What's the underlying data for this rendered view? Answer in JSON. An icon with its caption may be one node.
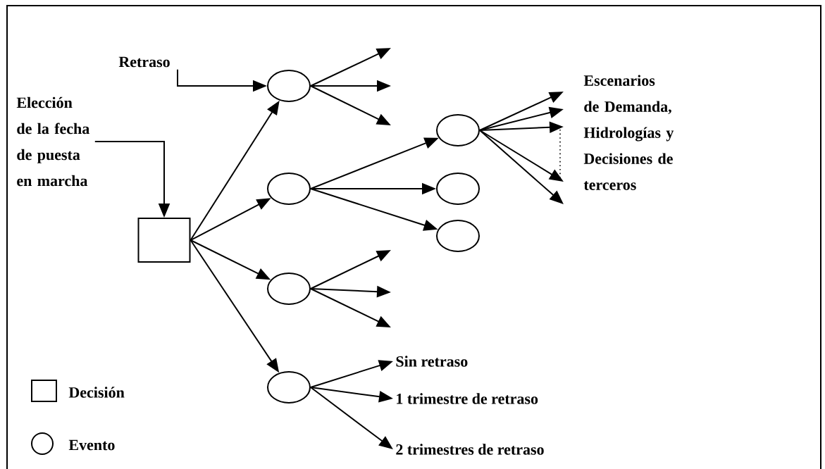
{
  "diagram": {
    "nodes": [
      {
        "text": [
          "Retraso"
        ]
      },
      {
        "text": [
          "Elección de la fecha de puesta en marcha"
        ]
      },
      {
        "text": [],
        "shape": "box"
      },
      {
        "text": [],
        "shape": "circle"
      },
      {
        "text": [],
        "shape": "circle"
      },
      {
        "text": [],
        "shape": "circle"
      },
      {
        "text": [],
        "shape": "circle"
      },
      {
        "text": [],
        "shape": "circle"
      },
      {
        "text": [],
        "shape": "circle"
      },
      {
        "text": [],
        "shape": "circle"
      },
      {
        "text": [
          "Escenarios de Demanda, Hidrologías y Decisiones de terceros"
        ]
      },
      {
        "text": [
          "Sin retraso"
        ]
      },
      {
        "text": [
          "1 trimestre de retraso"
        ]
      },
      {
        "text": [
          "2 trimestres de retraso"
        ]
      }
    ],
    "edges": [
      {
        "from": 0,
        "to": 3,
        "arrow": "to"
      },
      {
        "from": 1,
        "to": 2,
        "arrow": "to"
      },
      {
        "from": 2,
        "to": 3,
        "arrow": "to"
      },
      {
        "from": 2,
        "to": 4,
        "arrow": "to"
      },
      {
        "from": 2,
        "to": 5,
        "arrow": "to"
      },
      {
        "from": 2,
        "to": 6,
        "arrow": "to"
      },
      {
        "from": 3,
        "to": null,
        "arrow": "to"
      },
      {
        "from": 3,
        "to": null,
        "arrow": "to"
      },
      {
        "from": 3,
        "to": null,
        "arrow": "to"
      },
      {
        "from": 4,
        "to": 7,
        "arrow": "to"
      },
      {
        "from": 4,
        "to": 8,
        "arrow": "to"
      },
      {
        "from": 4,
        "to": 9,
        "arrow": "to"
      },
      {
        "from": 7,
        "to": null,
        "arrow": "to"
      },
      {
        "from": 7,
        "to": null,
        "arrow": "to"
      },
      {
        "from": 7,
        "to": null,
        "arrow": "to"
      },
      {
        "from": 7,
        "to": null,
        "arrow": "to"
      },
      {
        "from": 7,
        "to": null,
        "arrow": "to"
      },
      {
        "from": 5,
        "to": null,
        "arrow": "to"
      },
      {
        "from": 5,
        "to": null,
        "arrow": "to"
      },
      {
        "from": 5,
        "to": null,
        "arrow": "to"
      },
      {
        "from": 6,
        "to": 11,
        "arrow": "to"
      },
      {
        "from": 6,
        "to": 12,
        "arrow": "to"
      },
      {
        "from": 6,
        "to": 13,
        "arrow": "to"
      }
    ],
    "legend": [
      {
        "text": "Decisión"
      },
      {
        "text": "Evento"
      }
    ]
  }
}
